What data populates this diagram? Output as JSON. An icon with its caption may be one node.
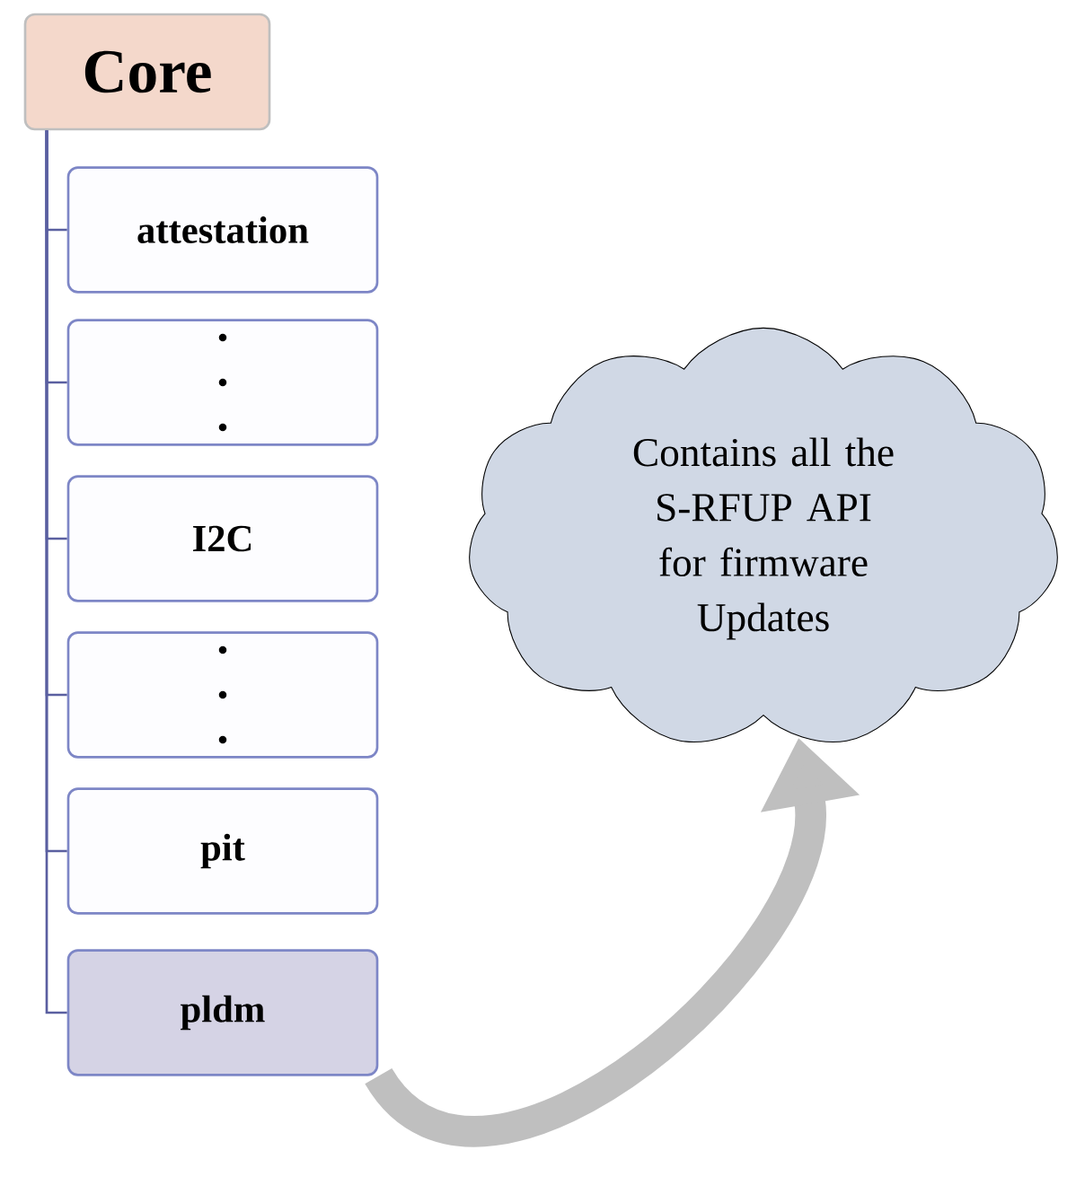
{
  "diagram": {
    "nodes": [
      {
        "text": [
          "Core"
        ]
      },
      {
        "text": [
          "attestation"
        ]
      },
      {
        "text": [],
        "shape": "box"
      },
      {
        "text": [
          "I2C"
        ]
      },
      {
        "text": [],
        "shape": "box"
      },
      {
        "text": [
          "pit"
        ]
      },
      {
        "text": [
          "pldm"
        ]
      },
      {
        "text": [
          "Contains all the S-RFUP API for firmware Updates"
        ]
      }
    ],
    "edges": [
      {
        "from": 0,
        "to": 1,
        "arrow": "none"
      },
      {
        "from": 0,
        "to": 2,
        "arrow": "none"
      },
      {
        "from": 0,
        "to": 3,
        "arrow": "none"
      },
      {
        "from": 0,
        "to": 4,
        "arrow": "none"
      },
      {
        "from": 0,
        "to": 5,
        "arrow": "none"
      },
      {
        "from": 0,
        "to": 6,
        "arrow": "none"
      },
      {
        "from": 6,
        "to": 7,
        "arrow": "to",
        "style": "thick",
        "color": "#bfbfbf"
      }
    ]
  }
}
